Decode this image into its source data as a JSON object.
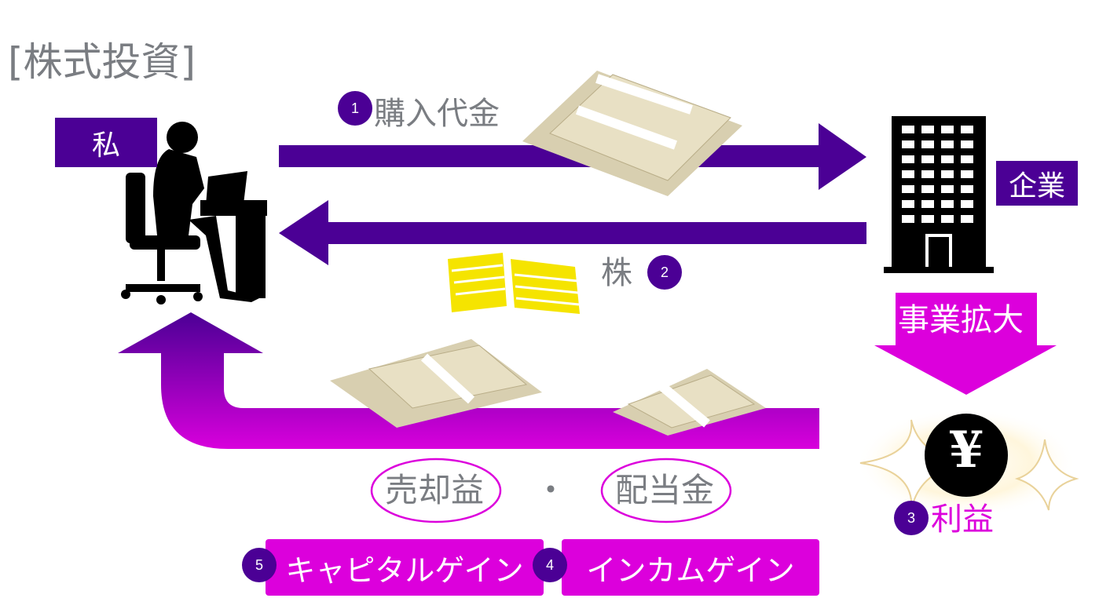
{
  "title": "[株式投資]",
  "me_label": "私",
  "company_label": "企業",
  "steps": {
    "purchase": {
      "number": "1",
      "label": "購入代金"
    },
    "stock": {
      "number": "2",
      "label": "株"
    },
    "profit": {
      "number": "3",
      "label": "利益"
    },
    "income_gain": {
      "number": "4",
      "label": "インカムゲイン"
    },
    "capital_gain": {
      "number": "5",
      "label": "キャピタルゲイン"
    }
  },
  "expansion_label": "事業拡大",
  "yen_symbol": "¥",
  "gains": {
    "sale_profit": "売却益",
    "separator": "・",
    "dividend": "配当金"
  },
  "colors": {
    "purple": "#4b0095",
    "magenta": "#dc00dc",
    "gray_text": "#7a7d82",
    "stock_yellow": "#f5e400"
  }
}
